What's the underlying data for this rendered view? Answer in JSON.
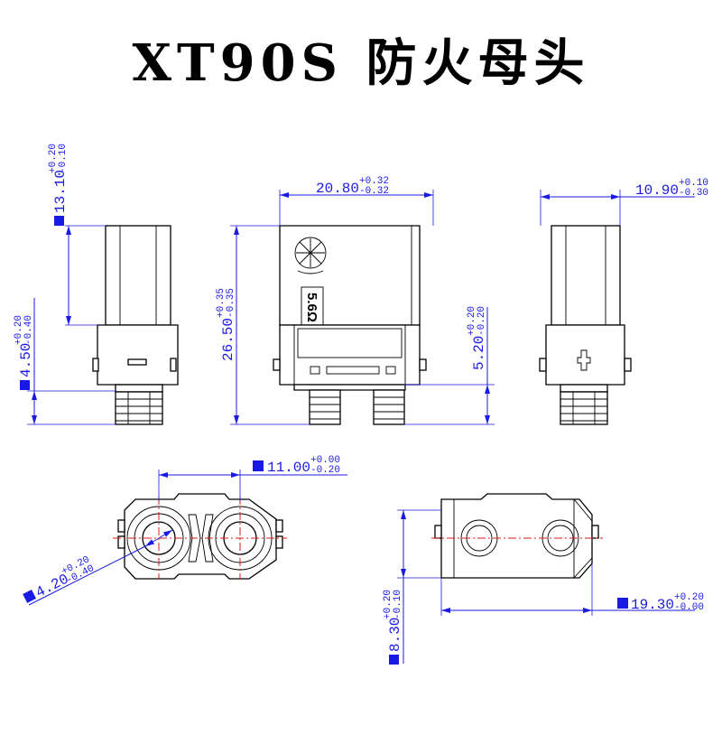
{
  "title": "XT90S 防火母头",
  "colors": {
    "dimension": "#1a1ae6",
    "centerline": "#e01818",
    "outline": "#000000"
  },
  "markings": {
    "rating": "5.6Ω"
  },
  "dimensions": {
    "body_height_front": {
      "value": "13.10",
      "plus": "+0.20",
      "minus": "-0.10"
    },
    "collar_height": {
      "value": "4.50",
      "plus": "+0.20",
      "minus": "-0.40"
    },
    "width_front": {
      "value": "20.80",
      "plus": "+0.32",
      "minus": "-0.32"
    },
    "height_total": {
      "value": "26.50",
      "plus": "+0.35",
      "minus": "-0.35"
    },
    "pin_protrusion": {
      "value": "5.20",
      "plus": "+0.20",
      "minus": "-0.20"
    },
    "depth_side": {
      "value": "10.90",
      "plus": "+0.10",
      "minus": "-0.30"
    },
    "pin_pitch": {
      "value": "11.00",
      "plus": "+0.00",
      "minus": "-0.20"
    },
    "hole_diameter": {
      "value": "4.20",
      "plus": "+0.20",
      "minus": "-0.40"
    },
    "bottom_depth": {
      "value": "8.30",
      "plus": "+0.20",
      "minus": "-0.10"
    },
    "bottom_length": {
      "value": "19.30",
      "plus": "+0.20",
      "minus": "-0.00"
    }
  }
}
